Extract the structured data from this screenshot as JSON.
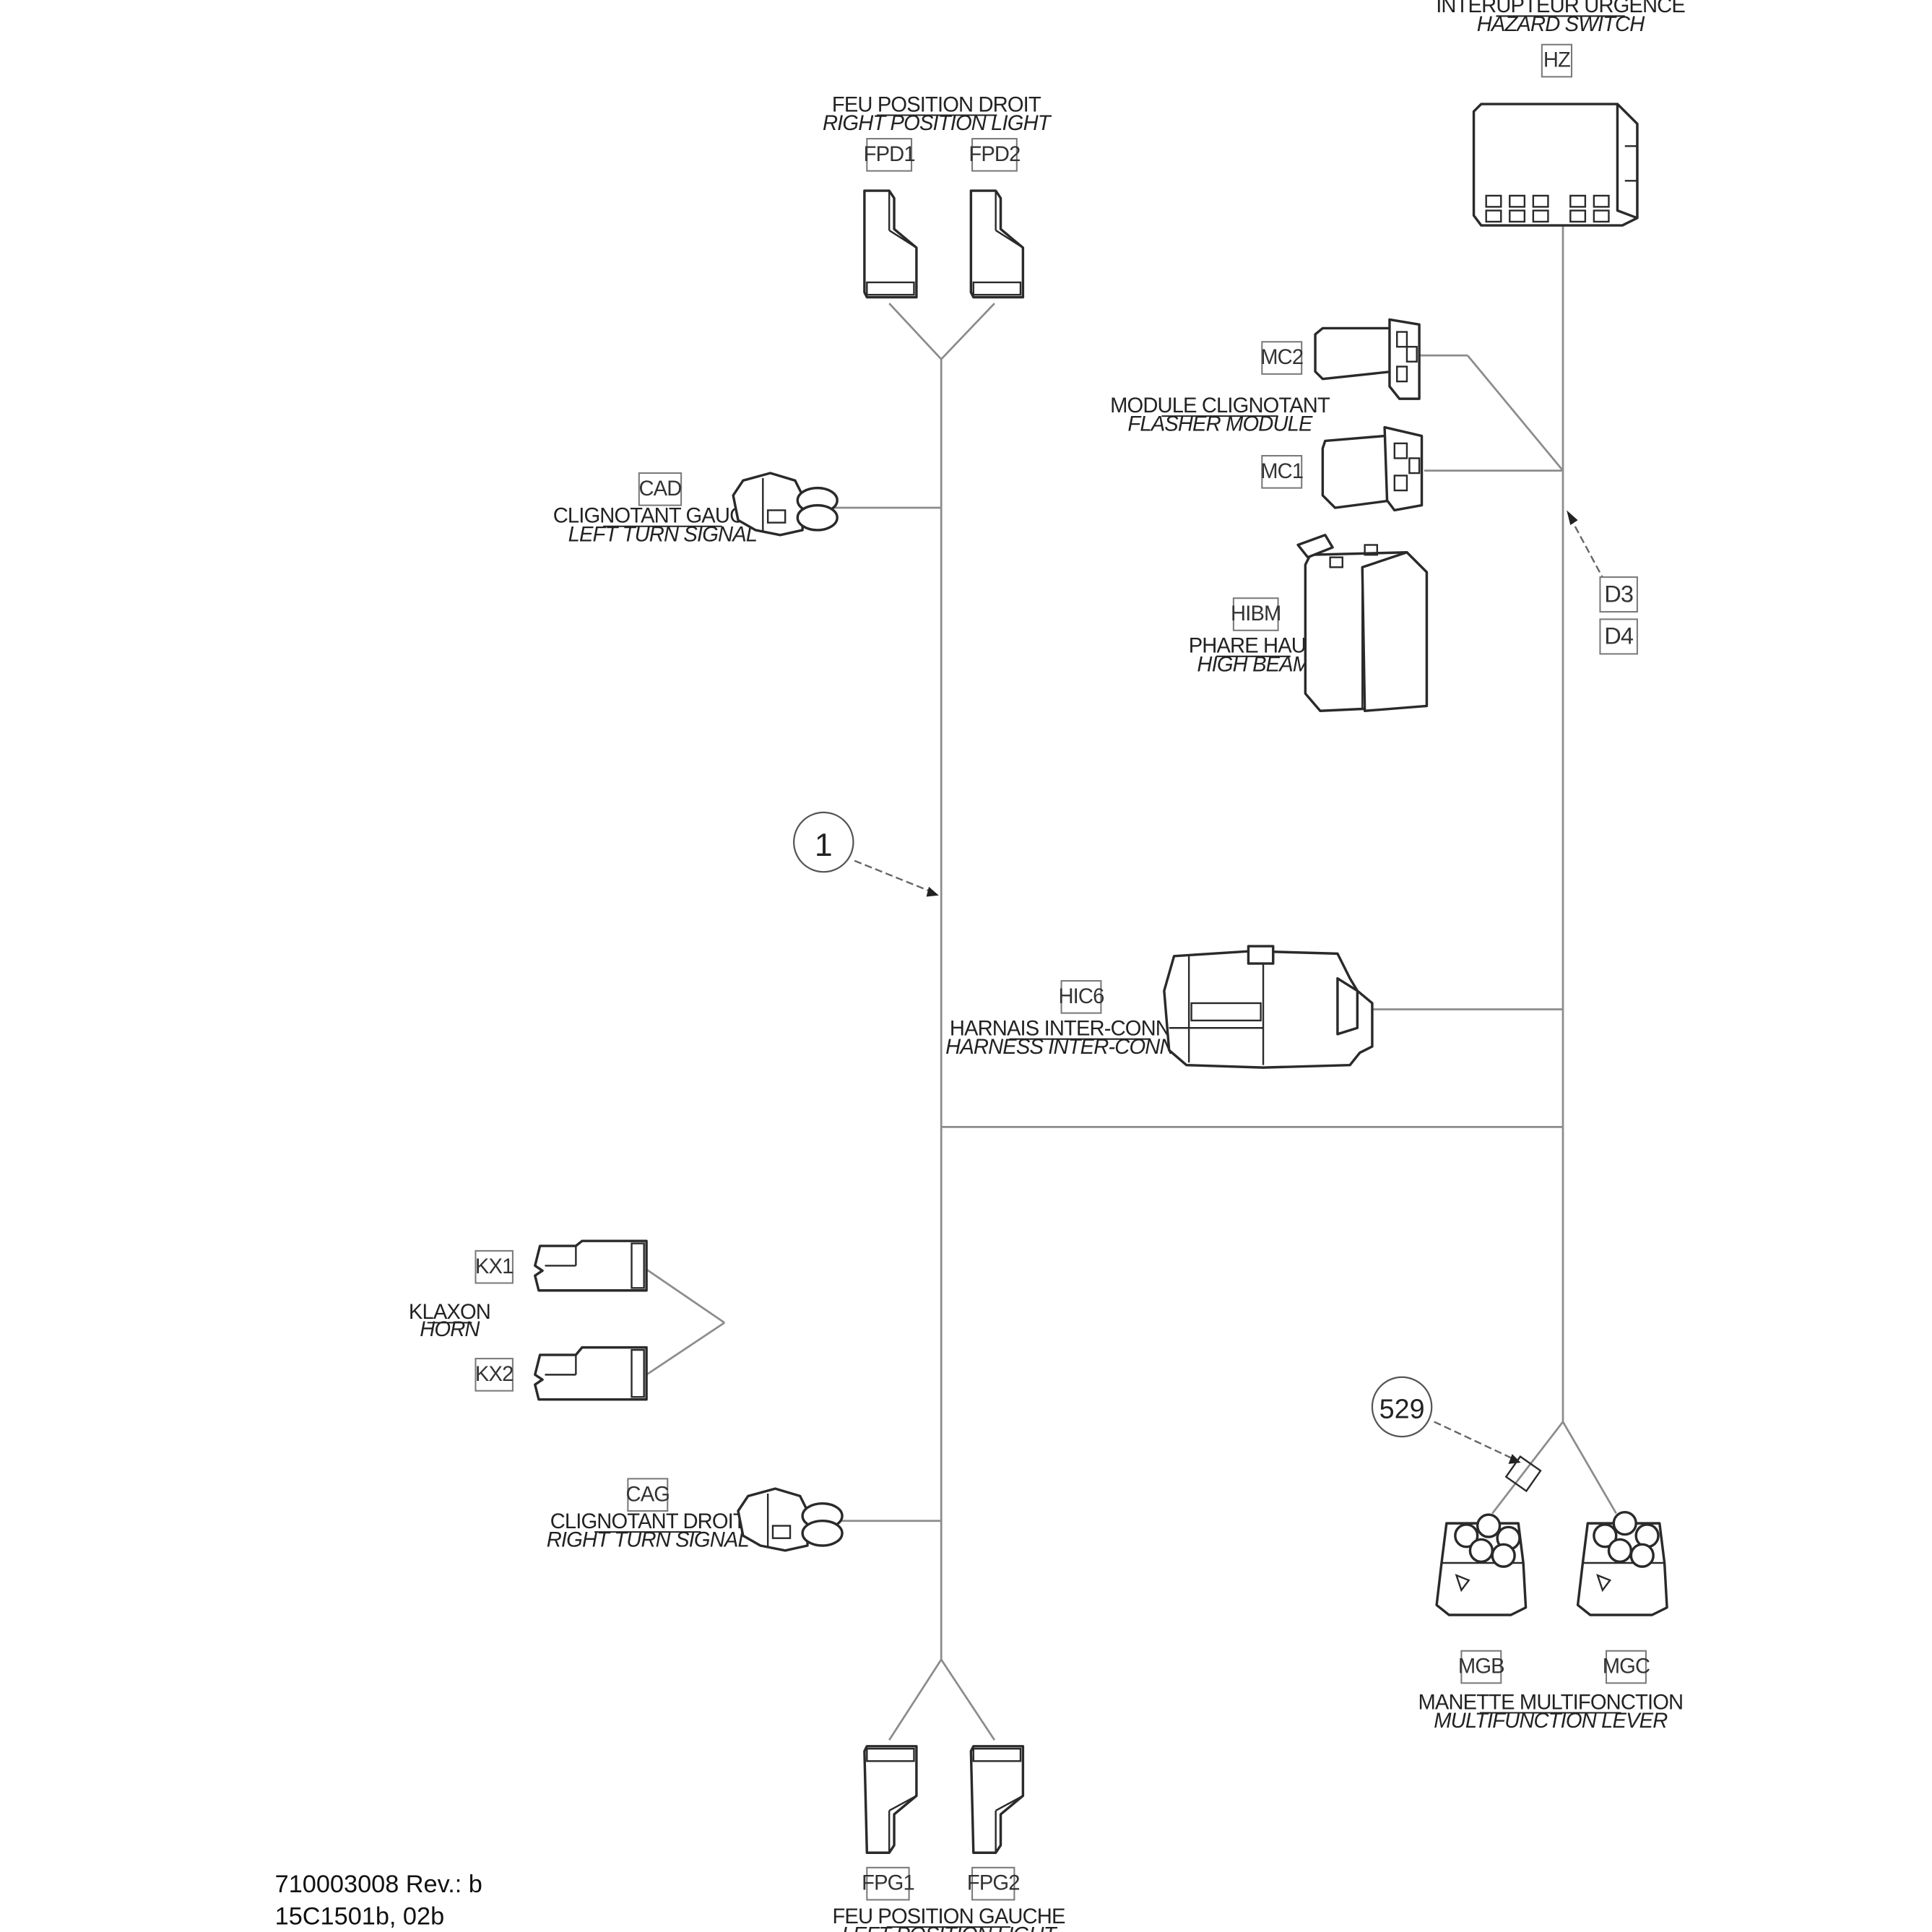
{
  "drawing": {
    "ref_number": "710003008 Rev.: b",
    "ref_code": "15C1501b, 02b"
  },
  "callouts": {
    "harness": "1",
    "part_529": "529"
  },
  "connectors": {
    "hz": "HZ",
    "fpd1": "FPD1",
    "fpd2": "FPD2",
    "mc2": "MC2",
    "mc1": "MC1",
    "cad": "CAD",
    "hibm": "HIBM",
    "d3": "D3",
    "d4": "D4",
    "hic6": "HIC6",
    "kx1": "KX1",
    "kx2": "KX2",
    "cag": "CAG",
    "mgb": "MGB",
    "mgc": "MGC",
    "fpg1": "FPG1",
    "fpg2": "FPG2"
  },
  "labels": {
    "hazard_switch": {
      "fr": "INTERUPTEUR URGENCE",
      "en": "HAZARD SWITCH"
    },
    "right_position_light": {
      "fr": "FEU POSITION DROIT",
      "en": "RIGHT POSITION LIGHT"
    },
    "flasher_module": {
      "fr": "MODULE CLIGNOTANT",
      "en": "FLASHER MODULE"
    },
    "left_turn_signal": {
      "fr": "CLIGNOTANT GAUCHE",
      "en": "LEFT TURN SIGNAL"
    },
    "high_beam": {
      "fr": "PHARE HAUT",
      "en": "HIGH BEAM"
    },
    "harness_interconnect": {
      "fr": "HARNAIS INTER-CONNECT",
      "en": "HARNESS INTER-CONNECT"
    },
    "horn": {
      "fr": "KLAXON",
      "en": "HORN"
    },
    "right_turn_signal": {
      "fr": "CLIGNOTANT DROIT",
      "en": "RIGHT TURN SIGNAL"
    },
    "multifunction_lever": {
      "fr": "MANETTE MULTIFONCTION",
      "en": "MULTIFUNCTION LEVER"
    },
    "left_position_light": {
      "fr": "FEU POSITION GAUCHE",
      "en": "LEFT POSITION LIGHT"
    }
  }
}
